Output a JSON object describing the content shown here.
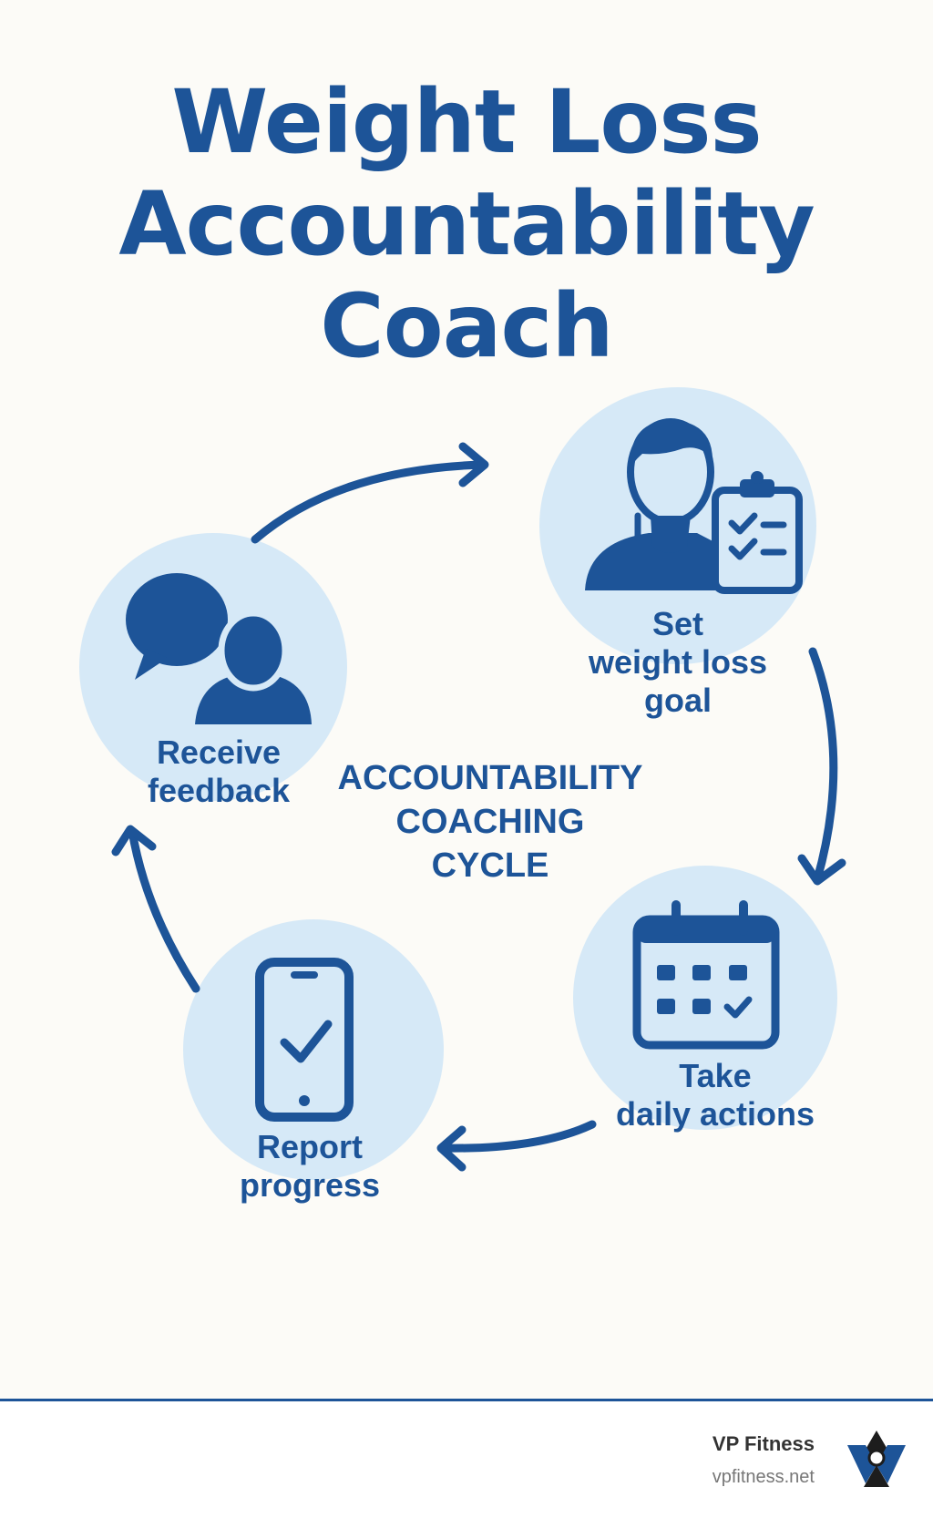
{
  "title": {
    "line1": "Weight Loss",
    "line2": "Accountability",
    "line3": "Coach"
  },
  "center": {
    "line1": "ACCOUNTABILITY",
    "line2": "COACHING",
    "line3": "CYCLE"
  },
  "steps": [
    {
      "line1": "Set",
      "line2": "weight loss",
      "line3": "goal",
      "icon": "person-with-clipboard-icon"
    },
    {
      "line1": "Take",
      "line2": "daily actions",
      "icon": "calendar-check-icon"
    },
    {
      "line1": "Report",
      "line2": "progress",
      "icon": "phone-check-icon"
    },
    {
      "line1": "Receive",
      "line2": "feedback",
      "icon": "speech-bubble-person-icon"
    }
  ],
  "footer": {
    "brand": "VP Fitness",
    "url": "vpfitness.net"
  },
  "colors": {
    "primary": "#1d5498",
    "circle": "#d6e9f7",
    "background": "#fcfbf7"
  }
}
